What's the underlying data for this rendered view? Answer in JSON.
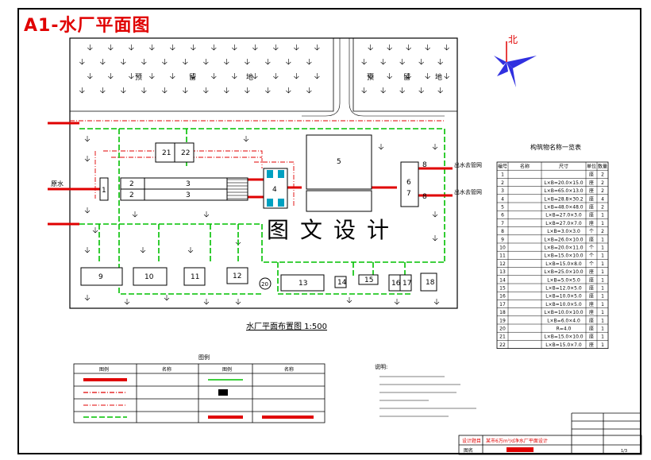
{
  "title": "A1-水厂平面图",
  "watermark": "图文设计",
  "north": "北",
  "plan_caption": "水厂平面布置图 1:500",
  "area_labels": [
    "预",
    "留",
    "地",
    "预",
    "留",
    "地"
  ],
  "structure_labels": [
    "1",
    "2",
    "2",
    "3",
    "3",
    "4",
    "5",
    "6",
    "7",
    "8",
    "8",
    "9",
    "10",
    "11",
    "12",
    "13",
    "14",
    "15",
    "16",
    "17",
    "18",
    "20",
    "21",
    "22"
  ],
  "flow_labels": {
    "raw_water": "原水",
    "outflow_top": "出水去管网",
    "outflow_bottom": "出水去管网"
  },
  "structure_table": {
    "title": "构筑物名称一览表",
    "headers": [
      "编号",
      "名称",
      "尺寸",
      "单位",
      "数量"
    ],
    "rows": [
      [
        "1",
        "",
        "",
        "座",
        "2"
      ],
      [
        "2",
        "",
        "L×B=20.0×15.0",
        "座",
        "2"
      ],
      [
        "3",
        "",
        "L×B=65.0×13.0",
        "座",
        "2"
      ],
      [
        "4",
        "",
        "L×B=28.8×30.2",
        "座",
        "4"
      ],
      [
        "5",
        "",
        "L×B=48.0×48.0",
        "座",
        "2"
      ],
      [
        "6",
        "",
        "L×B=27.0×3.0",
        "座",
        "1"
      ],
      [
        "7",
        "",
        "L×B=27.0×7.0",
        "座",
        "1"
      ],
      [
        "8",
        "",
        "L×B=3.0×3.0",
        "个",
        "2"
      ],
      [
        "9",
        "",
        "L×B=26.0×10.0",
        "座",
        "1"
      ],
      [
        "10",
        "",
        "L×B=20.0×11.0",
        "个",
        "1"
      ],
      [
        "11",
        "",
        "L×B=15.0×10.0",
        "个",
        "1"
      ],
      [
        "12",
        "",
        "L×B=15.0×8.0",
        "个",
        "1"
      ],
      [
        "13",
        "",
        "L×B=25.0×10.0",
        "座",
        "1"
      ],
      [
        "14",
        "",
        "L×B=5.0×5.0",
        "座",
        "1"
      ],
      [
        "15",
        "",
        "L×B=12.0×5.0",
        "座",
        "1"
      ],
      [
        "16",
        "",
        "L×B=10.0×5.0",
        "座",
        "1"
      ],
      [
        "17",
        "",
        "L×B=10.0×5.0",
        "座",
        "1"
      ],
      [
        "18",
        "",
        "L×B=10.0×10.0",
        "座",
        "1"
      ],
      [
        "19",
        "",
        "L×B=6.0×4.0",
        "座",
        "1"
      ],
      [
        "20",
        "",
        "R=4.0",
        "座",
        "1"
      ],
      [
        "21",
        "",
        "L×B=15.0×10.0",
        "座",
        "1"
      ],
      [
        "22",
        "",
        "L×B=15.0×7.0",
        "座",
        "1"
      ]
    ]
  },
  "legend": {
    "title": "图例",
    "headers": [
      "图例",
      "名称",
      "图例",
      "名称"
    ]
  },
  "notes_title": "说明:",
  "title_block": {
    "row1_label": "设计题目",
    "row1_value": "某市6万m³/d净水厂平面设计",
    "row2_label": "图名",
    "sheet": "1/3"
  },
  "colors": {
    "pipe_red": "#e00000",
    "pipe_green": "#00c000",
    "dash_red": "#e00000",
    "structure_cyan": "#00a0c0",
    "north_blue": "#3030e0",
    "frame": "#000000"
  }
}
